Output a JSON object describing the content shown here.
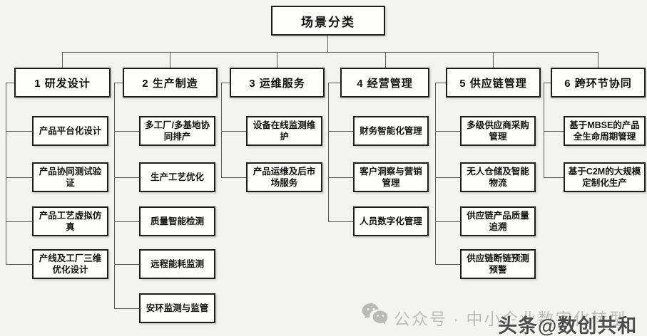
{
  "root": {
    "label": "场景分类"
  },
  "categories": [
    {
      "label": "1 研发设计",
      "children": [
        "产品平台化设计",
        "产品协同测试验证",
        "产品工艺虚拟仿真",
        "产线及工厂三维优化设计"
      ]
    },
    {
      "label": "2 生产制造",
      "children": [
        "多工厂/多基地协同排产",
        "生产工艺优化",
        "质量智能检测",
        "远程能耗监测",
        "安环监测与监管"
      ]
    },
    {
      "label": "3 运维服务",
      "children": [
        "设备在线监测维护",
        "产品运维及后市场服务"
      ]
    },
    {
      "label": "4 经营管理",
      "children": [
        "财务智能化管理",
        "客户洞察与营销管理",
        "人员数字化管理"
      ]
    },
    {
      "label": "5 供应链管理",
      "children": [
        "多级供应商采购管理",
        "无人仓储及智能物流",
        "供应链产品质量追溯",
        "供应链断链预测预警"
      ]
    },
    {
      "label": "6 跨环节协同",
      "children": [
        "基于MBSE的产品全生命周期管理",
        "基于C2M的大规模定制化生产"
      ]
    }
  ],
  "watermark": {
    "wechat_icon": "wechat-logo",
    "wechat_label": "公众号 · 中小企业数字化转型",
    "toutiao_label": "头条@数创共和"
  },
  "colors": {
    "background": "#f3f3f1",
    "box_fill": "#fdfdfc",
    "box_border": "#1c1c1c",
    "connector": "#5a5a5a",
    "watermark_gray": "#bcbcbc",
    "watermark_dark": "#4c4c4c"
  }
}
